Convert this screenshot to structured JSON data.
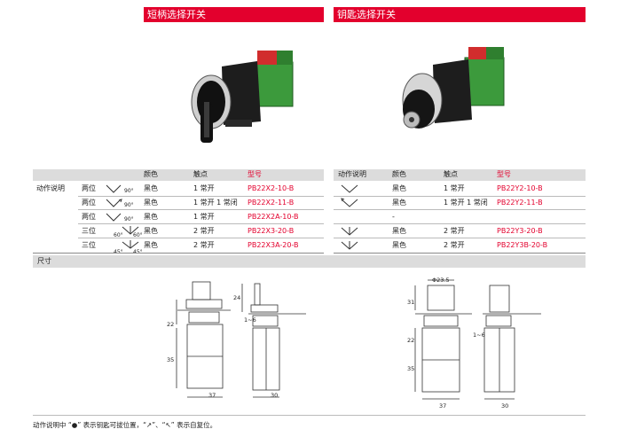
{
  "left_section": {
    "title": "短柄选择开关"
  },
  "right_section": {
    "title": "钥匙选择开关"
  },
  "table_left": {
    "headers": [
      "颜色",
      "触点",
      "型号"
    ],
    "action_label": "动作说明",
    "rows": [
      {
        "pos": "两位",
        "angle": "90°",
        "color": "黑色",
        "contacts": "1 常开",
        "model": "PB22X2-10-B"
      },
      {
        "pos": "两位",
        "angle": "90°",
        "color": "黑色",
        "contacts": "1 常开 1 常闭",
        "model": "PB22X2-11-B"
      },
      {
        "pos": "两位",
        "angle": "90°",
        "color": "黑色",
        "contacts": "1 常开",
        "model": "PB22X2A-10-B"
      },
      {
        "pos": "三位",
        "angle_l": "60°",
        "angle_r": "60°",
        "color": "黑色",
        "contacts": "2 常开",
        "model": "PB22X3-20-B"
      },
      {
        "pos": "三位",
        "angle_l": "45°",
        "angle_r": "45°",
        "color": "黑色",
        "contacts": "2 常开",
        "model": "PB22X3A-20-B"
      }
    ]
  },
  "table_right": {
    "headers": [
      "动作说明",
      "颜色",
      "触点",
      "型号"
    ],
    "rows": [
      {
        "color": "黑色",
        "contacts": "1 常开",
        "model": "PB22Y2-10-B"
      },
      {
        "color": "黑色",
        "contacts": "1 常开 1 常闭",
        "model": "PB22Y2-11-B"
      },
      {
        "color": "-",
        "contacts": "",
        "model": ""
      },
      {
        "color": "黑色",
        "contacts": "2 常开",
        "model": "PB22Y3-20-B"
      },
      {
        "color": "黑色",
        "contacts": "2 常开",
        "model": "PB22Y3B-20-B"
      }
    ]
  },
  "dimensions": {
    "label": "尺寸",
    "left": {
      "d1": "22",
      "d2": "1~6",
      "d3": "35",
      "d4": "37",
      "d5": "30",
      "d6": "24"
    },
    "right": {
      "d0": "Φ23.5",
      "d1": "31",
      "d2": "22",
      "d3": "1~6",
      "d4": "35",
      "d5": "37",
      "d6": "30"
    }
  },
  "footnote": "动作说明中 “●” 表示钥匙可拔位置，“↗”、“↖” 表示自复位。",
  "colors": {
    "accent": "#e3002d",
    "gray_bar": "#dcdcdc"
  }
}
